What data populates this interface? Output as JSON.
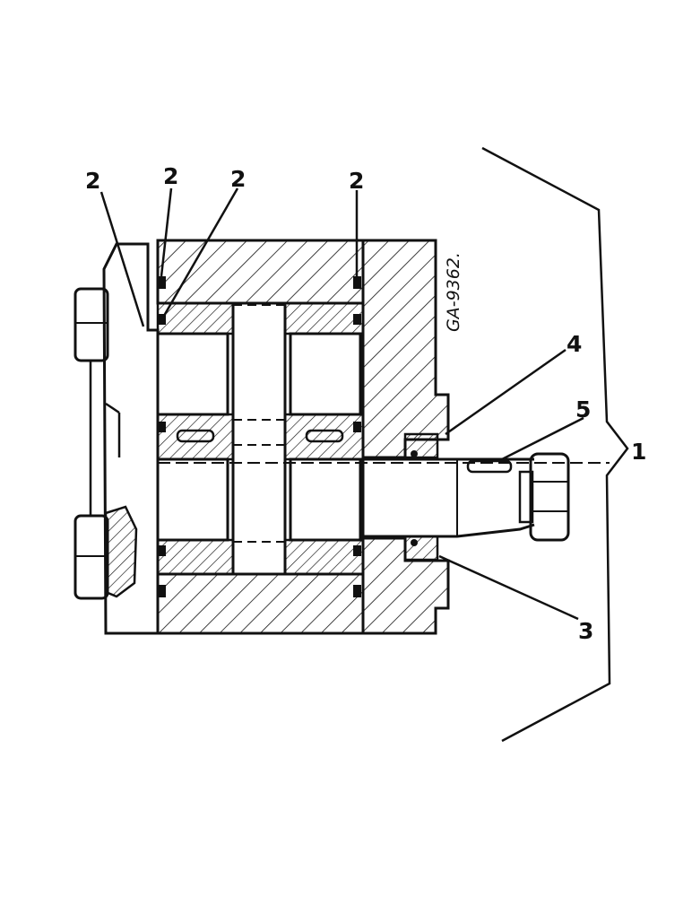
{
  "drawing": {
    "reference": "GA-9362.",
    "callouts": {
      "c1": "1",
      "c2a": "2",
      "c2b": "2",
      "c2c": "2",
      "c2d": "2",
      "c3": "3",
      "c4": "4",
      "c5": "5"
    },
    "colors": {
      "ink": "#111111",
      "background": "#ffffff"
    }
  }
}
